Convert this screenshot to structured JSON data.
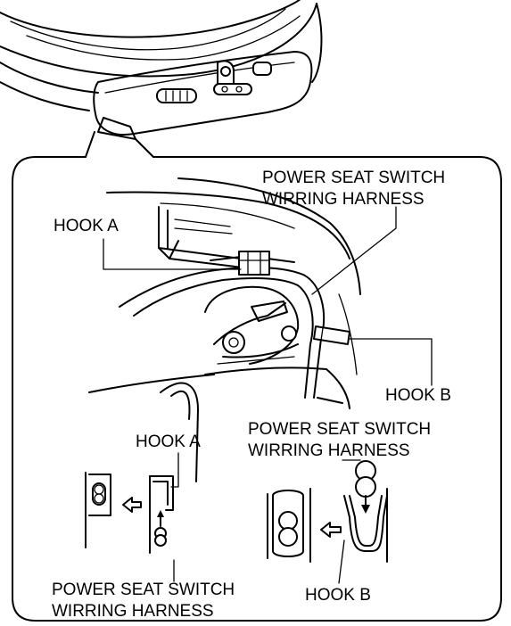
{
  "labels": {
    "power_seat_switch_harness_top": [
      "POWER SEAT SWITCH",
      "WIRRING HARNESS"
    ],
    "hook_a_top": "HOOK A",
    "hook_b_top": "HOOK B",
    "hook_a_detail": "HOOK A",
    "power_seat_switch_harness_detail_right": [
      "POWER SEAT SWITCH",
      "WIRRING HARNESS"
    ],
    "power_seat_switch_harness_detail_left": [
      "POWER SEAT SWITCH",
      "WIRRING HARNESS"
    ],
    "hook_b_detail": "HOOK B"
  }
}
